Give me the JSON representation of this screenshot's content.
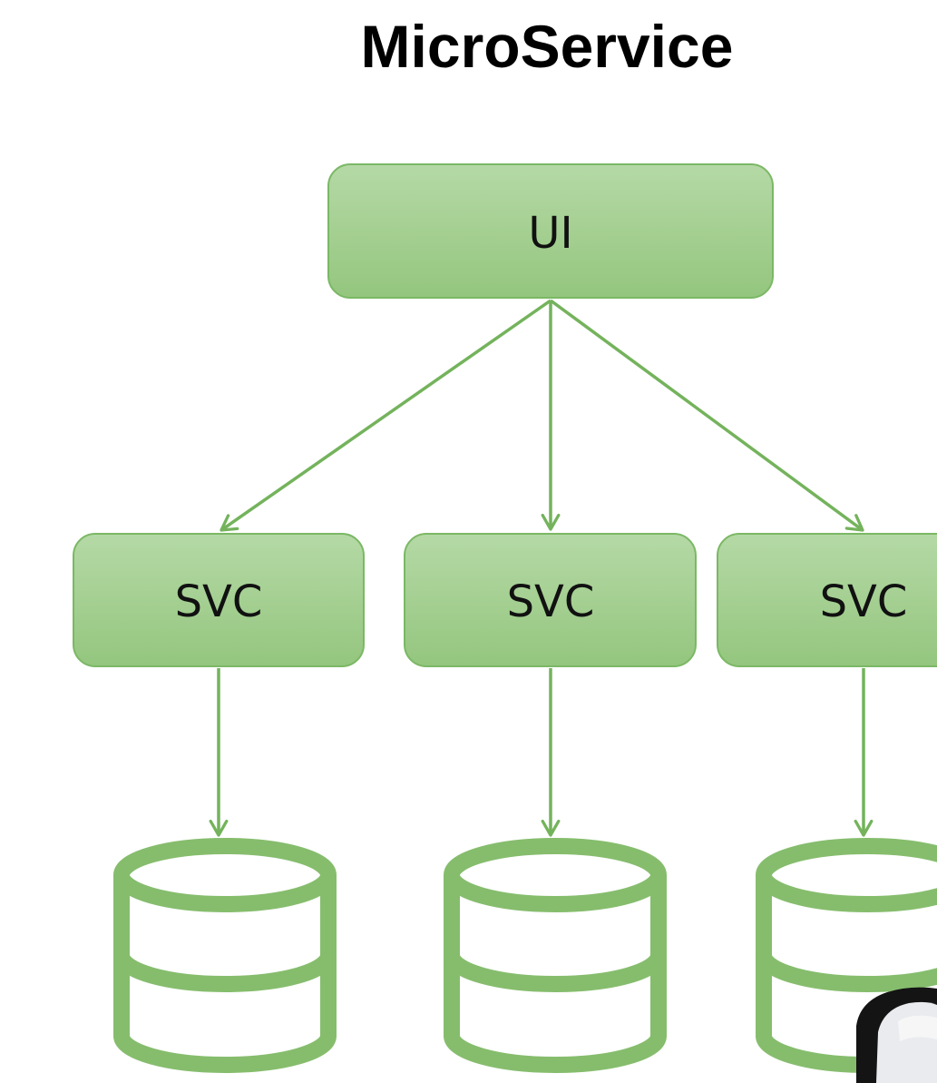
{
  "title": "MicroService",
  "colors": {
    "box_fill_top": "#b5d9a6",
    "box_fill_bottom": "#94c67e",
    "box_stroke": "#7bb865",
    "arrow": "#74b35c",
    "database": "#86bd6d"
  },
  "nodes": {
    "ui": {
      "label": "UI"
    },
    "services": [
      {
        "label": "SVC"
      },
      {
        "label": "SVC"
      },
      {
        "label": "SVC"
      }
    ]
  },
  "databases": [
    {
      "icon": "database-icon"
    },
    {
      "icon": "database-icon"
    },
    {
      "icon": "database-icon"
    }
  ]
}
